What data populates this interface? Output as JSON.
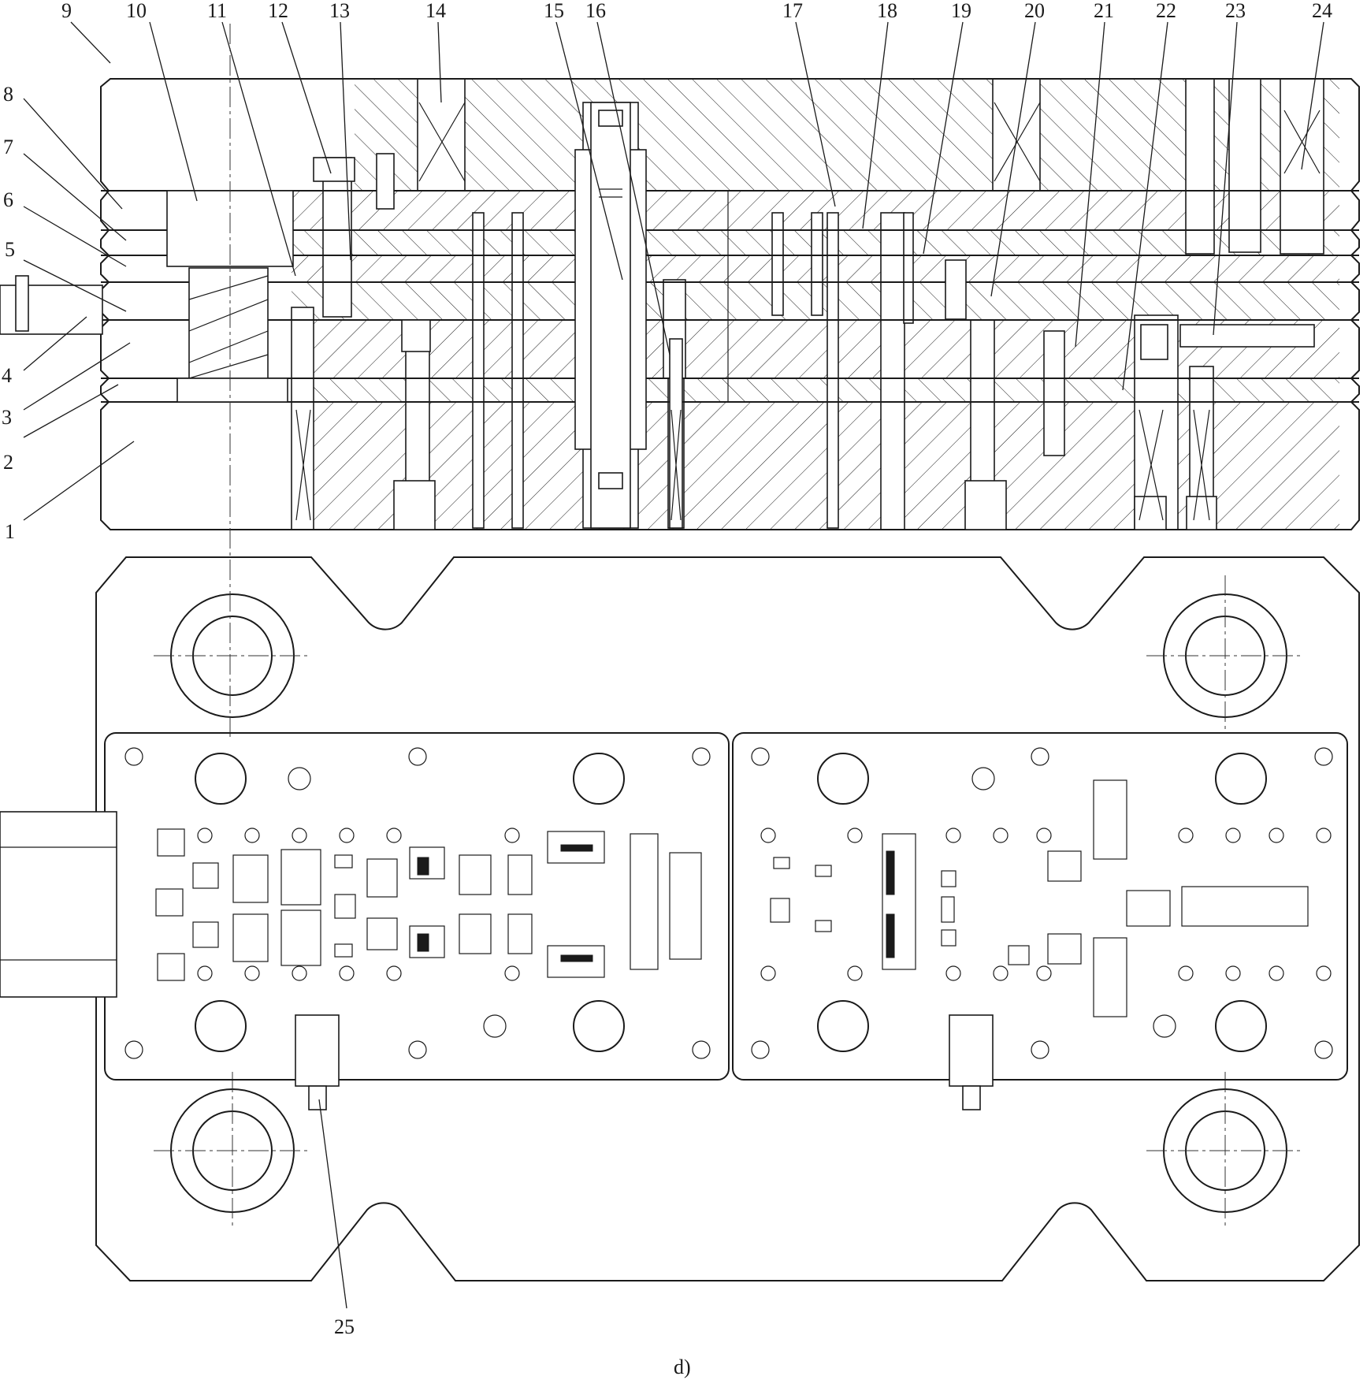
{
  "top_labels": [
    "9",
    "10",
    "11",
    "12",
    "13",
    "14",
    "15",
    "16",
    "17",
    "18",
    "19",
    "20",
    "21",
    "22",
    "23",
    "24"
  ],
  "left_labels": [
    "8",
    "7",
    "6",
    "5",
    "4",
    "3",
    "2",
    "1"
  ],
  "bottom_label": "25",
  "caption": "d)"
}
